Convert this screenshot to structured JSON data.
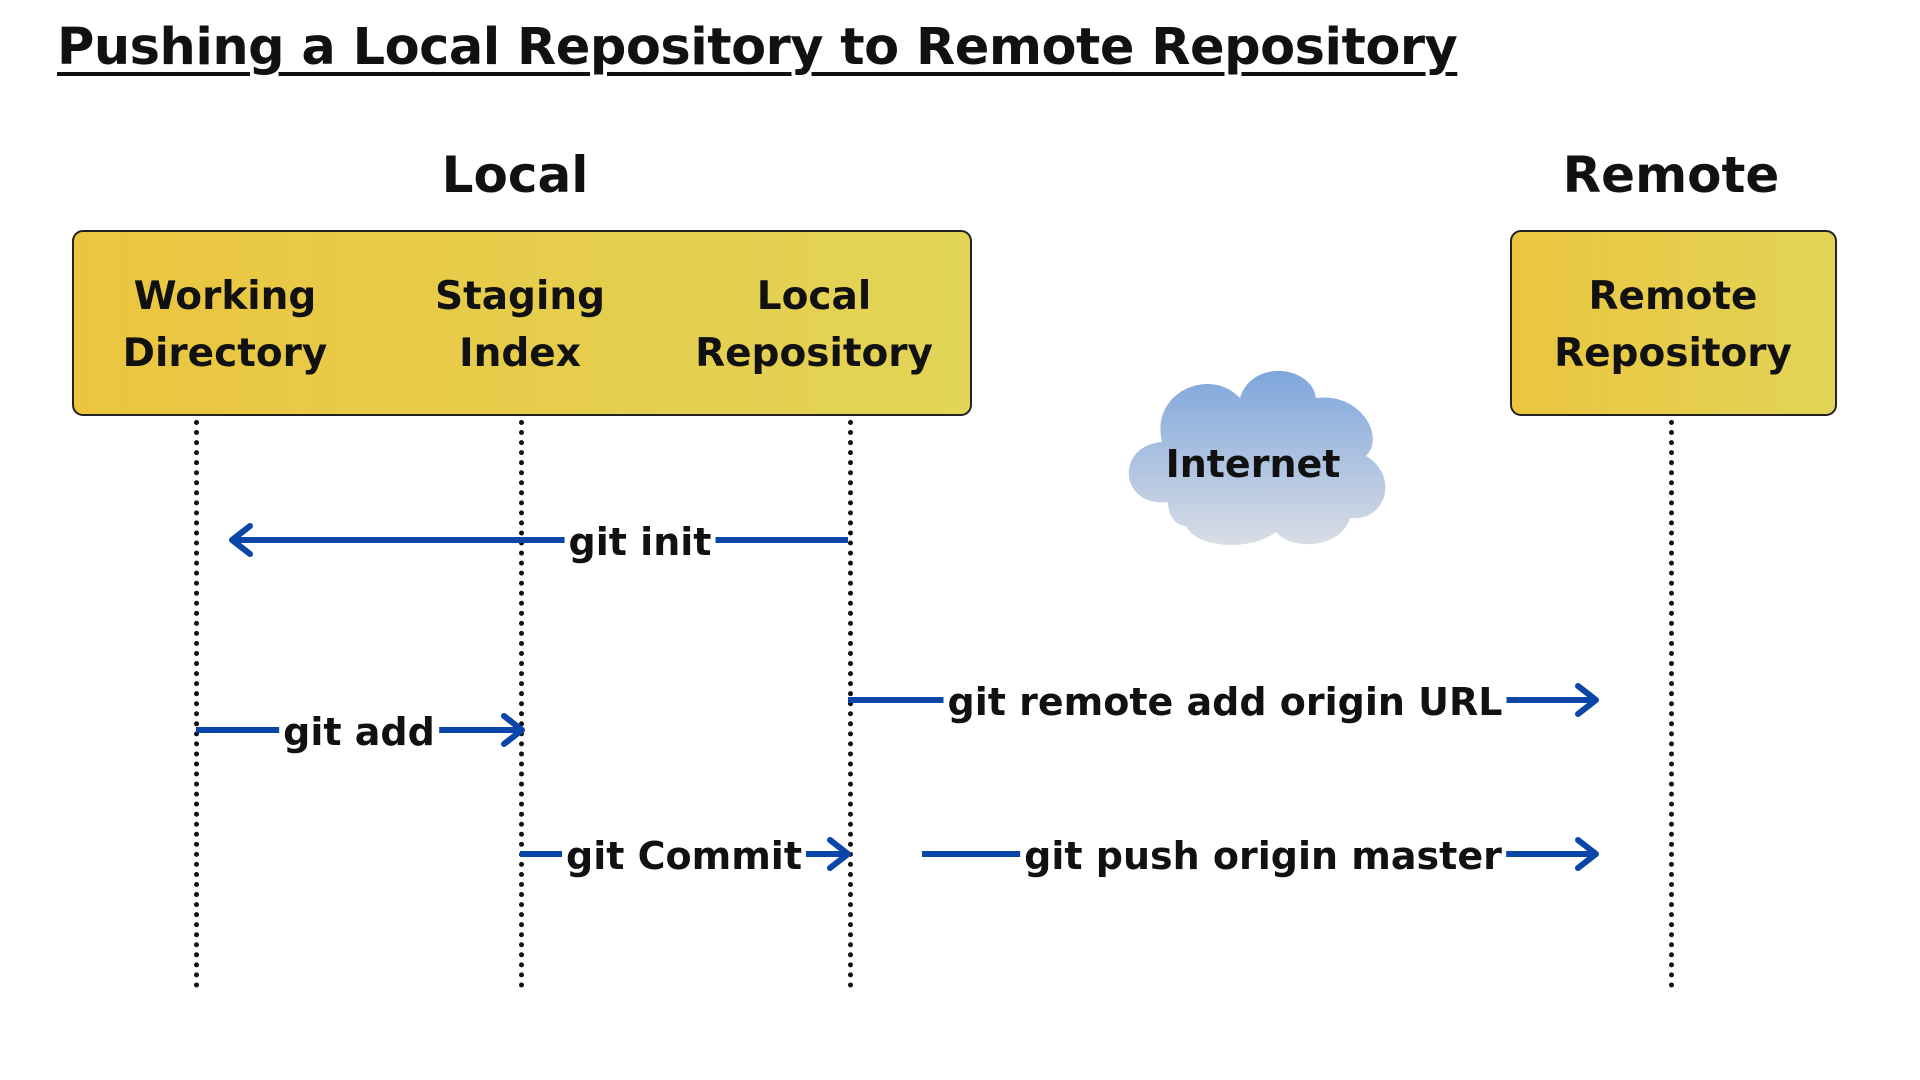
{
  "title": "Pushing a Local Repository to Remote Repository",
  "sections": {
    "local": "Local",
    "remote": "Remote"
  },
  "columns": {
    "working": [
      "Working",
      "Directory"
    ],
    "staging": [
      "Staging",
      "Index"
    ],
    "local_repo": [
      "Local",
      "Repository"
    ],
    "remote_repo": [
      "Remote",
      "Repository"
    ]
  },
  "cloud": {
    "label": "Internet"
  },
  "edges": {
    "init": "git init",
    "add": "git  add",
    "commit": "git Commit",
    "remote_add": "git remote add origin URL",
    "push": "git push origin master"
  },
  "colors": {
    "arrow": "#0a45a8",
    "panel_left": "#ebc53f",
    "panel_right": "#e2d457",
    "cloud_top": "#7ea6dc",
    "cloud_bottom": "#d9dde5"
  }
}
